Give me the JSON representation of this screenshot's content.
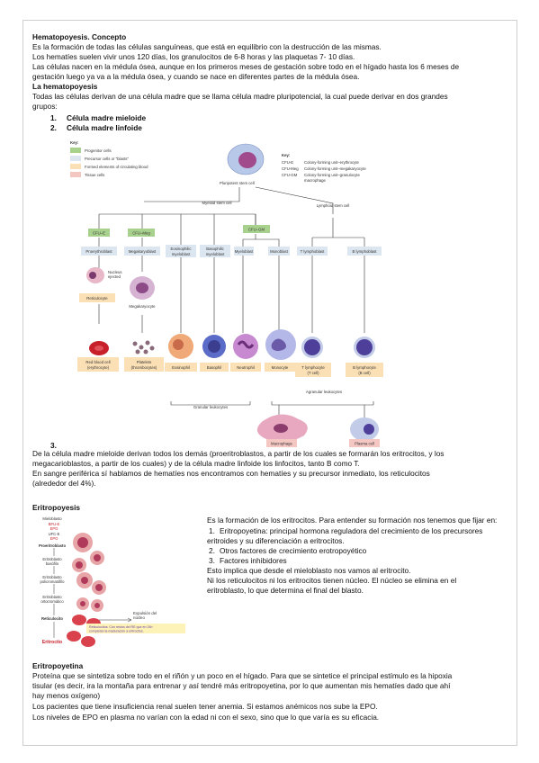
{
  "sec1": {
    "title": "Hematopoyesis. Concepto",
    "l1": "Es la formación de todas las células sanguíneas, que está en equilibrio con la destrucción de las mismas.",
    "l2": "Los hematíes suelen vivir unos 120 días, los granulocitos de 6-8 horas y las plaquetas 7- 10 días.",
    "l3": "Las células nacen en la médula ósea, aunque en los primeros meses de gestación sobre todo en el hígado hasta los 6 meses de",
    "l4": "gestación luego ya va a la médula ósea, y cuando se nace en diferentes partes de la médula ósea.",
    "sub": "La hematopoyesis",
    "l5": "Todas las células derivan de una célula madre que se llama célula madre pluripotencial, la cual puede derivar en dos grandes",
    "l6": "grupos:",
    "list": [
      {
        "num": "1.",
        "text": "Célula madre mieloide"
      },
      {
        "num": "2.",
        "text": "Célula madre linfoide"
      },
      {
        "num": "3.",
        "text": ""
      }
    ]
  },
  "diagram": {
    "key_title": "Key:",
    "key_items": [
      "Progenitor cells",
      "Precursor cells or \"blasts\"",
      "Formed elements of circulating blood",
      "Tissue cells"
    ],
    "key_colors": [
      "#a9d18e",
      "#dce6f0",
      "#fbe0b5",
      "#f4c7c3"
    ],
    "abbr_title": "Key:",
    "abbr": [
      {
        "code": "CFU-E",
        "desc": "Colony-forming unit–erythrocyte"
      },
      {
        "code": "CFU-Meg",
        "desc": "Colony-forming unit–megakaryocyte"
      },
      {
        "code": "CFU-GM",
        "desc": "Colony-forming unit–granulocyte"
      },
      {
        "code": "",
        "desc": "macrophage"
      }
    ],
    "pluripotent": "Pluripotent stem cell",
    "myeloid": "Myeloid stem cell",
    "lymphoid": "Lymphoid stem cell",
    "cfu_e": "CFU–E",
    "cfu_meg": "CFU–Meg",
    "cfu_gm": "CFU–GM",
    "proerythroblast": "Proerythroblast",
    "megakaryoblast": "Megakaryoblast",
    "eos_blast_1": "Eosinophilic",
    "eos_blast_2": "myeloblast",
    "baso_blast_1": "Basophilic",
    "baso_blast_2": "myeloblast",
    "myeloblast": "Myeloblast",
    "monoblast": "Monoblast",
    "t_lympho": "T lymphoblast",
    "b_lympho": "B lymphoblast",
    "nucleus_1": "Nucleus",
    "nucleus_2": "ejected",
    "reticulocyte": "Reticulocyte",
    "megakaryocyte": "Megakaryocyte",
    "rbc_1": "Red blood cell",
    "rbc_2": "(erythrocyte)",
    "plt_1": "Platelets",
    "plt_2": "(thrombocytes)",
    "eosinophil": "Eosinophil",
    "basophil": "Basophil",
    "neutrophil": "Neutrophil",
    "monocyte": "Monocyte",
    "tcell_1": "T lymphocyte",
    "tcell_2": "(T cell)",
    "bcell_1": "B lymphocyte",
    "bcell_2": "(B cell)",
    "granular": "Granular leukocytes",
    "agranular": "Agranular leukocytes",
    "macrophage": "Macrophage",
    "plasma": "Plasma cell"
  },
  "sec2": {
    "l1": "De la célula madre mieloide derivan todos los demás (proeritroblastos, a partir de los cuales se formarán los eritrocitos, y los",
    "l2": "megacarioblastos, a partir de los cuales) y de la célula madre linfoide los linfocitos, tanto B como T.",
    "l3": "En sangre periférica sí hablamos de hematíes nos encontramos con hematíes y su precursor inmediato, los reticulocitos",
    "l4": "(alrededor del 4%)."
  },
  "erit": {
    "title": "Eritropoyesis",
    "fig": {
      "mieloblasto": "Mieloblasto",
      "bfu": "BFU-E",
      "epo1": "EPO",
      "cfu": "UFC-E",
      "epo2": "EPO",
      "proeritro": "Proeritroblasto",
      "basofilo_1": "Eritroblasto",
      "basofilo_2": "basófilo",
      "poli_1": "Eritroblasto",
      "poli_2": "policromatófilo",
      "orto_1": "Eritroblasto",
      "orto_2": "ortocromático",
      "reticulocito": "Reticulocito",
      "eritrocito": "Eritrocito",
      "expulsion_1": "Expulsión del",
      "expulsion_2": "núcleo",
      "note_1": "Reticulocitos: Con restos del RE que en 24h",
      "note_2": "completan la maduración a eritrocitos."
    },
    "p1": "Es la formación de los eritrocitos. Para entender su formación nos tenemos que fijar en:",
    "items": [
      {
        "num": "1.",
        "text": "Eritropoyetina: principal hormona reguladora del crecimiento de los precursores"
      },
      {
        "num": "",
        "text": "eritroides y su diferenciación a eritrocitos."
      },
      {
        "num": "2.",
        "text": "Otros factores de crecimiento erotropoyético"
      },
      {
        "num": "3.",
        "text": "Factores inhibidores"
      }
    ],
    "p2": "Esto implica que desde el mieloblasto nos vamos al eritrocito.",
    "p3": "Ni los reticulocitos ni los eritrocitos tienen núcleo. El núcleo se elimina en el",
    "p4": "eritroblasto, lo que determina el final del blasto."
  },
  "epo": {
    "title": "Eritropoyetina",
    "l1": "Proteína que se sintetiza sobre todo en el riñón y un poco en el hígado. Para que se sintetice el principal estímulo es la hipoxia",
    "l2": "tisular (es decir, ira la montaña para entrenar y así tendré más eritropoyetina, por lo que aumentan mis hematíes dado que ahí",
    "l3": "hay menos oxígeno)",
    "l4": "Los pacientes que tiene insuficiencia renal suelen tener anemia. Si estamos anémicos nos sube la EPO.",
    "l5": "Los niveles de EPO en plasma no varían con la edad ni con el sexo, sino que lo que varía es su eficacia."
  }
}
